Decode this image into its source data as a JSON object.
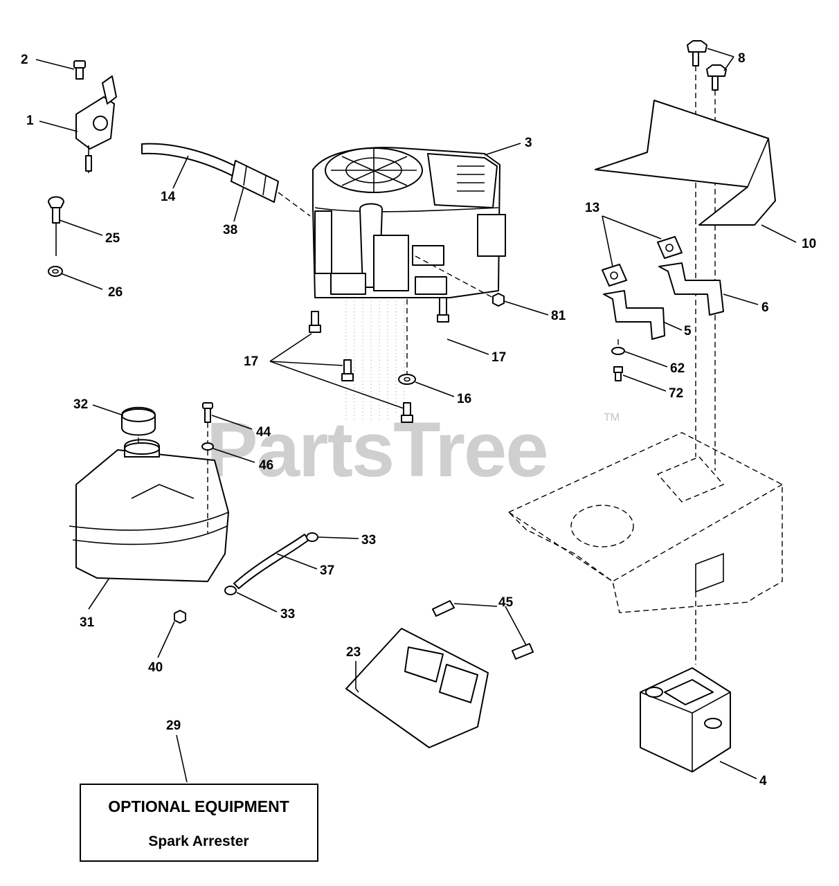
{
  "diagram": {
    "watermark": {
      "text": "PartsTree",
      "trademark": "TM"
    },
    "optional_equipment": {
      "title": "OPTIONAL EQUIPMENT",
      "subtitle": "Spark Arrester"
    },
    "callouts": {
      "c1": "1",
      "c2": "2",
      "c3": "3",
      "c4": "4",
      "c5": "5",
      "c6": "6",
      "c8": "8",
      "c10": "10",
      "c13": "13",
      "c14": "14",
      "c16": "16",
      "c17a": "17",
      "c17b": "17",
      "c23": "23",
      "c25": "25",
      "c26": "26",
      "c29": "29",
      "c31": "31",
      "c32": "32",
      "c33a": "33",
      "c33b": "33",
      "c37": "37",
      "c38": "38",
      "c40": "40",
      "c44": "44",
      "c45": "45",
      "c46": "46",
      "c62": "62",
      "c72": "72",
      "c81": "81"
    }
  }
}
